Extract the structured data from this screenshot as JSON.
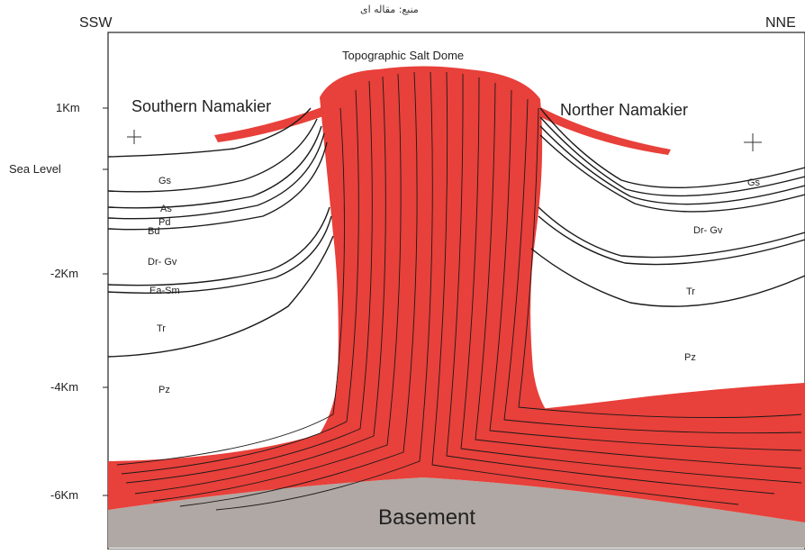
{
  "header_text": "منبع: مقاله ای",
  "orientation": {
    "left": "SSW",
    "right": "NNE"
  },
  "depth_axis": [
    {
      "label": "1Km"
    },
    {
      "label": "Sea Level"
    },
    {
      "label": "-2Km"
    },
    {
      "label": "-4Km"
    },
    {
      "label": "-6Km"
    }
  ],
  "titles": {
    "dome": "Topographic Salt Dome",
    "south": "Southern Namakier",
    "north": "Norther Namakier",
    "basement": "Basement"
  },
  "units_left": [
    "Gs",
    "As",
    "Pd",
    "Bd",
    "Dr- Gv",
    "Ea-Sm",
    "Tr",
    "Pz"
  ],
  "units_right": [
    "Gs",
    "Dr- Gv",
    "Tr",
    "Pz"
  ],
  "colors": {
    "salt": "#e8403a",
    "basement": "#b0a8a4",
    "line": "#1a1a1a"
  }
}
